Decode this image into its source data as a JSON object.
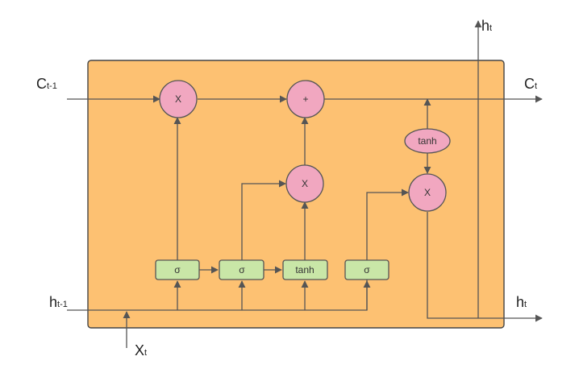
{
  "colors": {
    "cell_fill": "#fdc172",
    "cell_stroke": "#444444",
    "op_fill": "#f1a7c0",
    "op_stroke": "#555555",
    "gate_fill": "#c9e6a7",
    "gate_stroke": "#555555",
    "line": "#555555"
  },
  "labels": {
    "c_prev": {
      "main": "C",
      "sub": "t-1"
    },
    "c_next": {
      "main": "C",
      "sub": "t"
    },
    "h_prev": {
      "main": "h",
      "sub": "t-1"
    },
    "h_next_right": {
      "main": "h",
      "sub": "t"
    },
    "h_next_top": {
      "main": "h",
      "sub": "t"
    },
    "x_in": {
      "main": "X",
      "sub": "t"
    }
  },
  "operations": {
    "forget_multiply": "X",
    "cell_add": "+",
    "input_multiply": "X",
    "output_multiply": "X",
    "cell_tanh": "tanh"
  },
  "gates": {
    "forget_sigma": "σ",
    "input_sigma": "σ",
    "candidate_tanh": "tanh",
    "output_sigma": "σ"
  }
}
